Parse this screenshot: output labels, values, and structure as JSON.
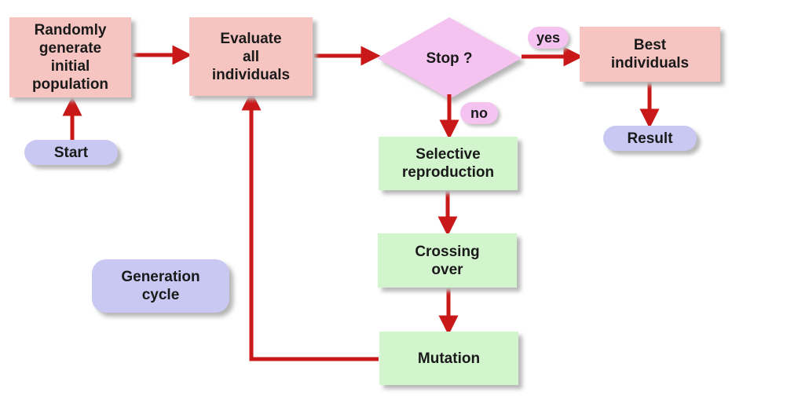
{
  "diagram": {
    "nodes": {
      "randomly_generate": "Randomly\ngenerate\ninitial\npopulation",
      "evaluate": "Evaluate\nall\nindividuals",
      "stop": "Stop ?",
      "best": "Best\nindividuals",
      "start": "Start",
      "result": "Result",
      "selective": "Selective\nreproduction",
      "crossing": "Crossing\nover",
      "mutation": "Mutation",
      "generation_cycle": "Generation\ncycle"
    },
    "labels": {
      "yes": "yes",
      "no": "no"
    },
    "colors": {
      "arrow": "#c81818",
      "process_pink": "#f6c5c2",
      "process_green": "#d2f5cd",
      "terminal_lavender": "#c8c8f2",
      "decision_pink": "#f4c3ef"
    }
  }
}
